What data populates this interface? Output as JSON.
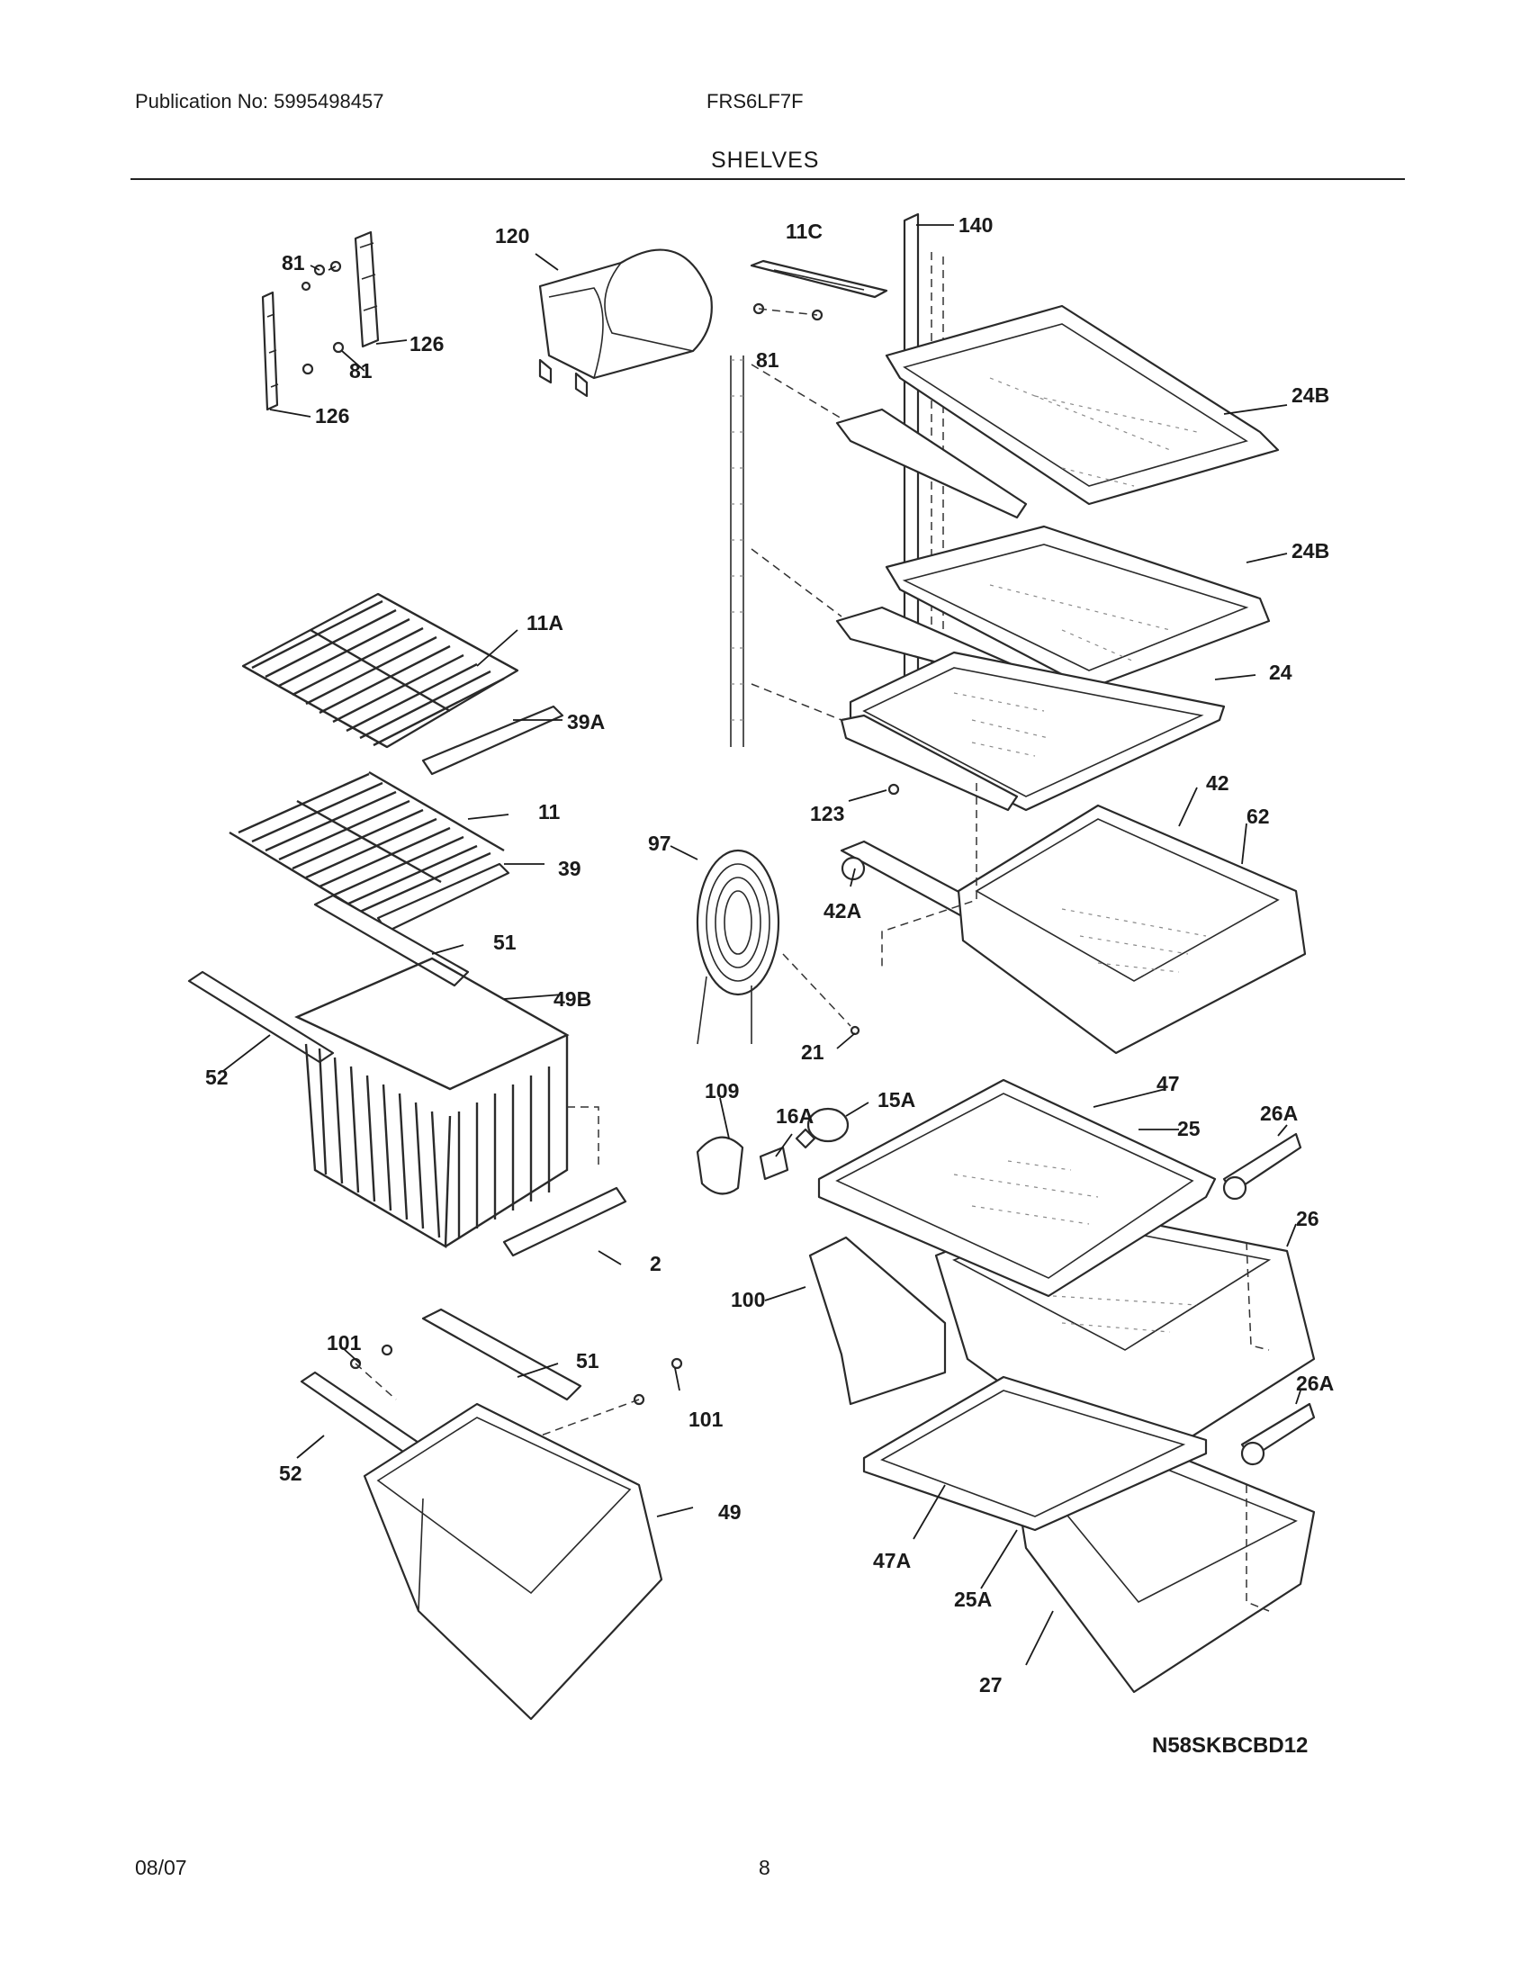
{
  "header": {
    "publication": "Publication No: 5995498457",
    "model": "FRS6LF7F",
    "section_title": "SHELVES"
  },
  "diagram": {
    "code": "N58SKBCBD12",
    "callouts": {
      "c81a": "81",
      "c81b": "81",
      "c126a": "126",
      "c126b": "126",
      "c120": "120",
      "c11c": "11C",
      "c81c": "81",
      "c140": "140",
      "c24ba": "24B",
      "c24bb": "24B",
      "c24": "24",
      "c11a": "11A",
      "c39a": "39A",
      "c11": "11",
      "c39": "39",
      "c123": "123",
      "c42": "42",
      "c62": "62",
      "c97": "97",
      "c42a": "42A",
      "c51a": "51",
      "c49b": "49B",
      "c52a": "52",
      "c21": "21",
      "c109": "109",
      "c16a": "16A",
      "c15a": "15A",
      "c47": "47",
      "c25": "25",
      "c26aa": "26A",
      "c26": "26",
      "c2": "2",
      "c100": "100",
      "c101a": "101",
      "c51b": "51",
      "c101b": "101",
      "c26ab": "26A",
      "c52b": "52",
      "c49": "49",
      "c47a": "47A",
      "c25a": "25A",
      "c27": "27"
    }
  },
  "footer": {
    "date": "08/07",
    "page": "8"
  }
}
